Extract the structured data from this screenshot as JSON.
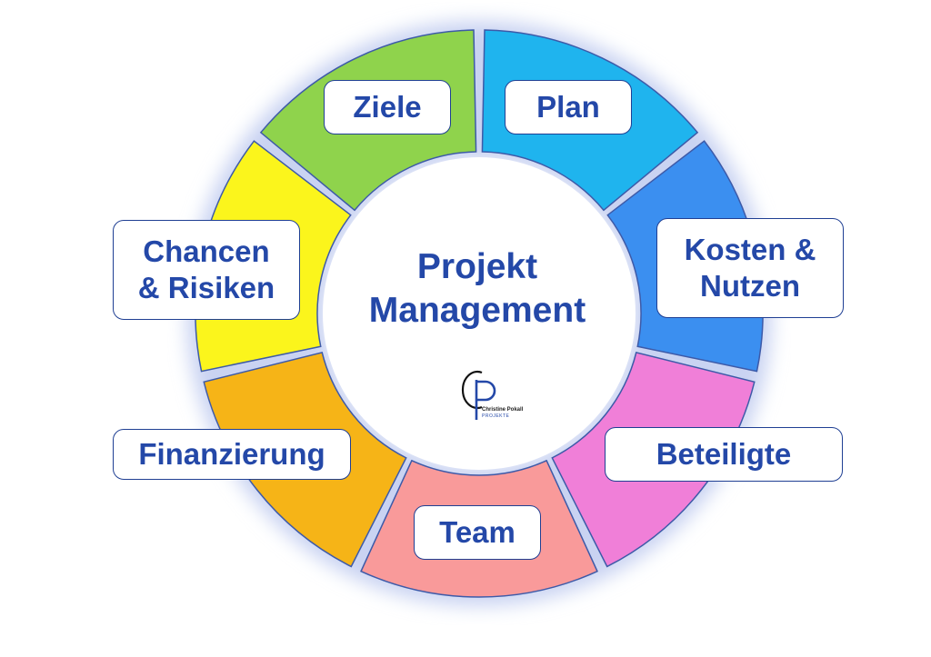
{
  "center": {
    "title": "Projekt\nManagement"
  },
  "logo": {
    "name": "Christine Pokall",
    "subtitle": "PROJEKTE"
  },
  "segments": [
    {
      "id": "plan",
      "label": "Plan",
      "color": "#1fb4ee"
    },
    {
      "id": "kosten-nutzen",
      "label": "Kosten &\nNutzen",
      "color": "#3b8ff0"
    },
    {
      "id": "beteiligte",
      "label": "Beteiligte",
      "color": "#f07fd8"
    },
    {
      "id": "team",
      "label": "Team",
      "color": "#f99a9a"
    },
    {
      "id": "finanzierung",
      "label": "Finanzierung",
      "color": "#f6b417"
    },
    {
      "id": "chancen-risiken",
      "label": "Chancen\n& Risiken",
      "color": "#fbf51c"
    },
    {
      "id": "ziele",
      "label": "Ziele",
      "color": "#8fd34c"
    }
  ],
  "colors": {
    "label_text": "#2448a8",
    "label_border": "#1f3f93",
    "ring_glow": "#c9d3f2"
  }
}
